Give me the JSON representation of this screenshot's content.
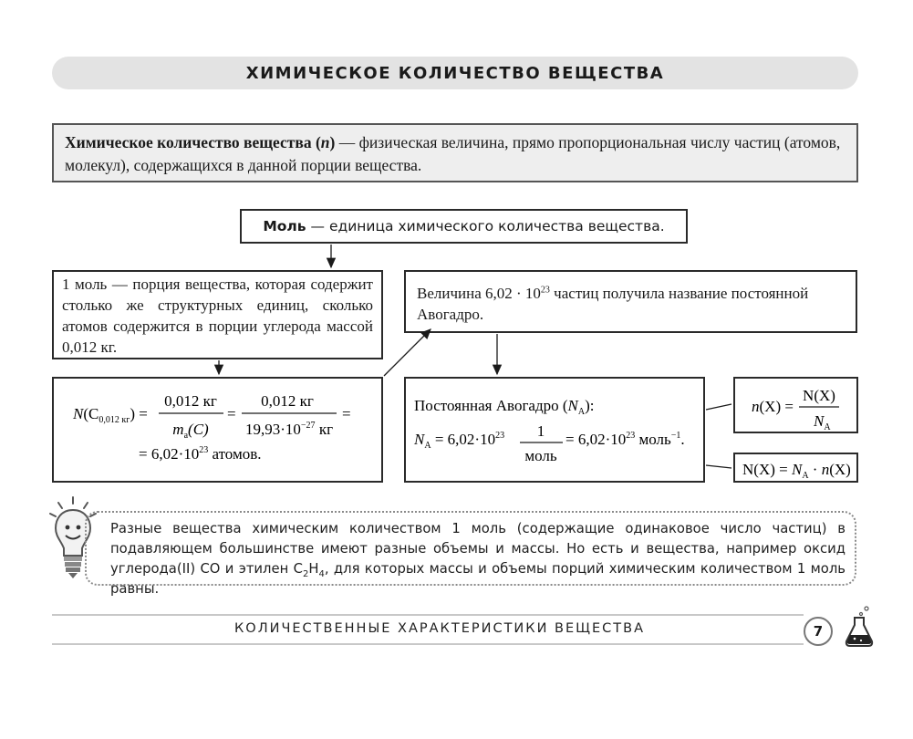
{
  "header": {
    "title": "ХИМИЧЕСКОЕ КОЛИЧЕСТВО ВЕЩЕСТВА"
  },
  "definition": {
    "term": "Химическое количество вещества (",
    "symbol": "n",
    "term_end": ")",
    "text": " — физическая величина, прямо пропорциональная числу частиц (атомов, молекул), содержащихся в данной порции вещества."
  },
  "mole": {
    "term": "Моль",
    "text": " — единица химического количества вещества."
  },
  "mole_definition": "1 моль — порция вещества, которая содержит столько же структурных единиц, сколько атомов содержится в порции углерода массой 0,012 кг.",
  "avogadro_text": {
    "part1": "Величина 6,02 · 10",
    "exp": "23",
    "part2": " частиц получила название постоянной Авогадро."
  },
  "formula_box": {
    "lhs_N": "N",
    "lhs_c": "(C",
    "lhs_sub": "0,012 кг",
    "lhs_close": ") =",
    "frac1_num": "0,012 кг",
    "frac1_den_m": "m",
    "frac1_den_sub": "a",
    "frac1_den_rest": "(C)",
    "eq": "=",
    "frac2_num": "0,012 кг",
    "frac2_den": "19,93·10",
    "frac2_exp": "−27",
    "frac2_unit": " кг",
    "eq2": "=",
    "result": "= 6,02·10",
    "result_exp": "23",
    "result_unit": " атомов."
  },
  "const_box": {
    "label": "Постоянная Авогадро (",
    "label_N": "N",
    "label_sub": "A",
    "label_end": "):",
    "N": "N",
    "Nsub": "A",
    "eq": " = 6,02·10",
    "exp": "23",
    "frac_num": "1",
    "frac_den": "моль",
    "eq2": "= 6,02·10",
    "exp2": "23",
    "unit": " моль",
    "unit_exp": "−1",
    "end": "."
  },
  "formula_small1": {
    "lhs": "n",
    "lhs_rest": "(X) =",
    "num": "N(X)",
    "den_N": "N",
    "den_sub": "A"
  },
  "formula_small2": {
    "text1": "N(X) = ",
    "N": "N",
    "sub": "A",
    "text2": " · ",
    "n": "n",
    "text3": "(X)"
  },
  "note": {
    "text1": "Разные вещества химическим количеством 1 моль (содержащие одинаковое число частиц) в подавляющем большинстве имеют разные объемы и массы. Но есть и вещества, например оксид углерода(II) CO и этилен C",
    "sub1": "2",
    "h": "H",
    "sub2": "4",
    "text2": ", для которых массы и объемы порций химическим количеством 1 моль равны."
  },
  "footer": {
    "section": "КОЛИЧЕСТВЕННЫЕ ХАРАКТЕРИСТИКИ ВЕЩЕСТВА",
    "page": "7"
  },
  "icons": [
    "lightbulb-icon",
    "flask-icon"
  ]
}
